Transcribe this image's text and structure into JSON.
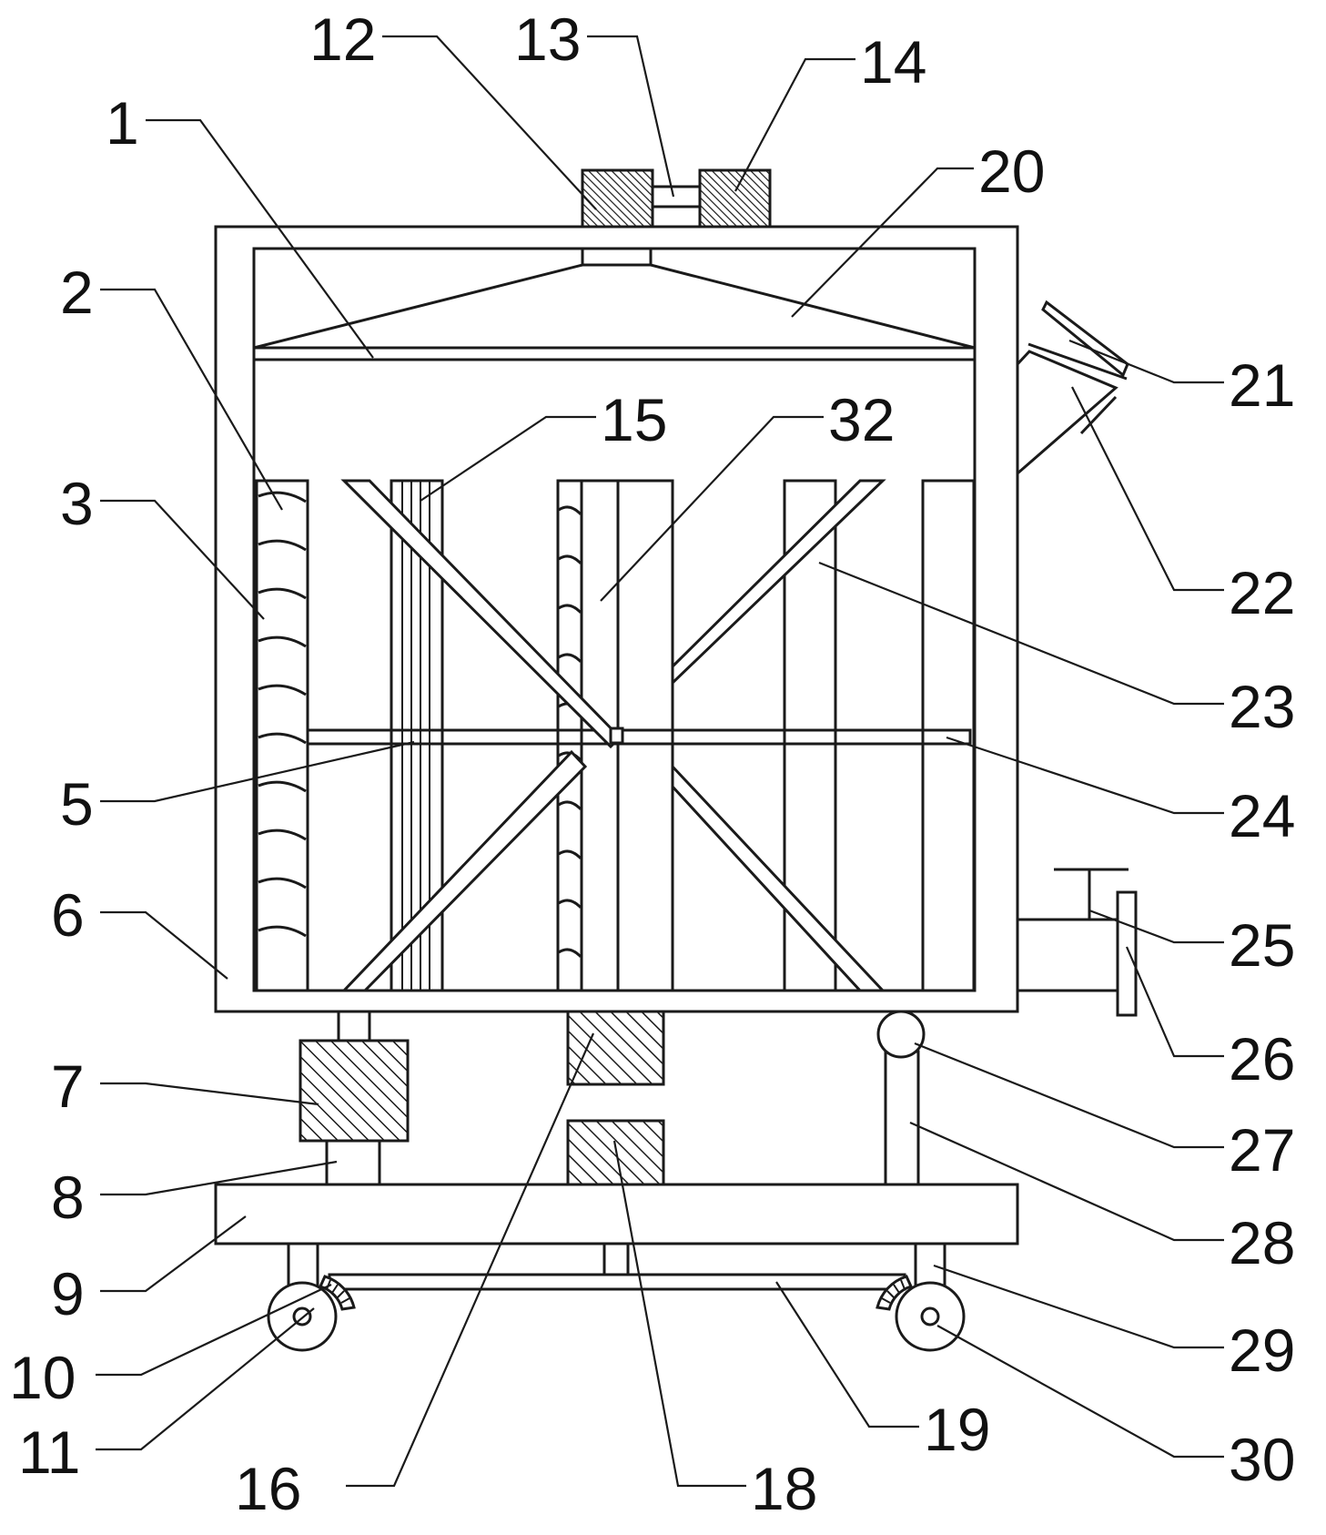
{
  "labels": {
    "l1": "1",
    "l2": "2",
    "l3": "3",
    "l5": "5",
    "l6": "6",
    "l7": "7",
    "l8": "8",
    "l9": "9",
    "l10": "10",
    "l11": "11",
    "l12": "12",
    "l13": "13",
    "l14": "14",
    "l15": "15",
    "l16": "16",
    "l18": "18",
    "l19": "19",
    "l20": "20",
    "l21": "21",
    "l22": "22",
    "l23": "23",
    "l24": "24",
    "l25": "25",
    "l26": "26",
    "l27": "27",
    "l28": "28",
    "l29": "29",
    "l30": "30",
    "l32": "32"
  }
}
